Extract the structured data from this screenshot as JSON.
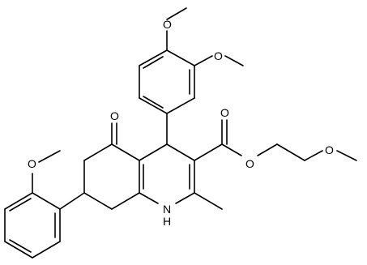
{
  "labels": {
    "o_top_methoxy": "O",
    "o_meta_methoxy": "O",
    "o_ketone": "O",
    "o_ester_carbonyl": "O",
    "o_ester_link": "O",
    "o_ether_chain": "O",
    "o_aryl_methoxy": "O",
    "nh": "H",
    "n": "N"
  },
  "colors": {
    "bond": "#000000",
    "background": "#ffffff"
  }
}
